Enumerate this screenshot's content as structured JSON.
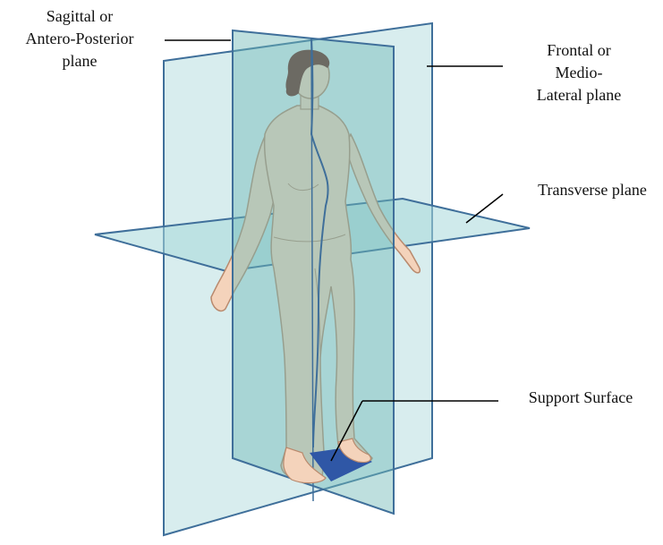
{
  "labels": {
    "sagittal": [
      "Sagittal or",
      "Antero-Posterior",
      "plane"
    ],
    "frontal": [
      "Frontal or",
      "Medio-",
      "Lateral plane"
    ],
    "transverse": [
      "Transverse plane"
    ],
    "support": [
      "Support Surface"
    ]
  },
  "colors": {
    "plane_fill": "#a8d8da",
    "plane_edge": "#3f6f9a",
    "skin": "#f4d3bb",
    "skin_line": "#b98a6e",
    "hair": "#6b2a1f",
    "support": "#2f57a6",
    "leader": "#000000"
  }
}
